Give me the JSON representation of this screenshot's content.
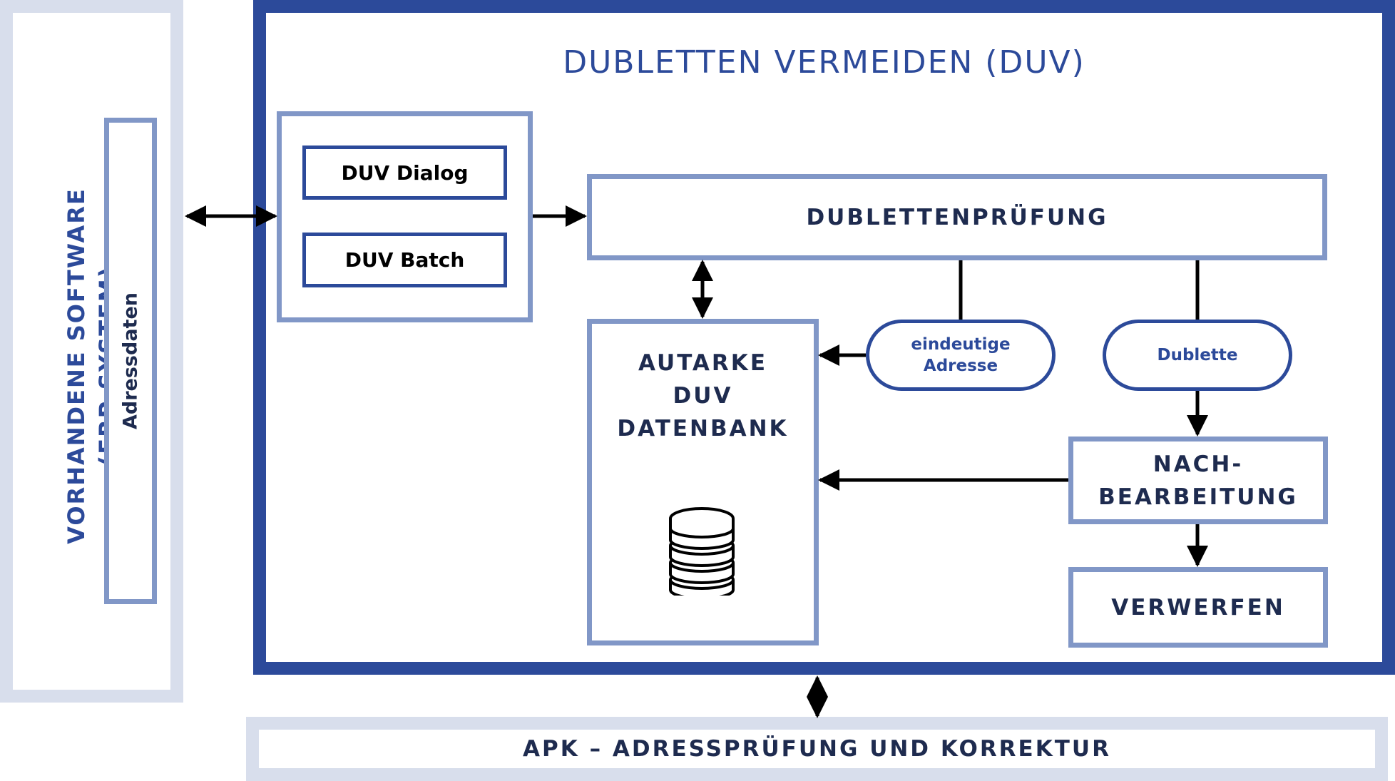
{
  "erp": {
    "title_line1": "VORHANDENE SOFTWARE",
    "title_line2": "(ERP-SYSTEM)",
    "adressdaten": "Adressdaten"
  },
  "duv": {
    "title": "DUBLETTEN VERMEIDEN (DUV)",
    "dialog": "DUV Dialog",
    "batch": "DUV Batch",
    "pruefung": "DUBLETTENPRÜFUNG",
    "db_line1": "AUTARKE",
    "db_line2": "DUV",
    "db_line3": "DATENBANK",
    "eindeutig_line1": "eindeutige",
    "eindeutig_line2": "Adresse",
    "dublette": "Dublette",
    "nach_line1": "NACH-",
    "nach_line2": "BEARBEITUNG",
    "verwerfen": "VERWERFEN"
  },
  "apk": {
    "title": "APK – ADRESSPRÜFUNG UND KORREKTUR"
  },
  "colors": {
    "dark_blue": "#2c4a9a",
    "mid_blue": "#8197c7",
    "light_blue": "#d8deec",
    "text": "#1e2b4f"
  },
  "icons": [
    "database-icon"
  ]
}
